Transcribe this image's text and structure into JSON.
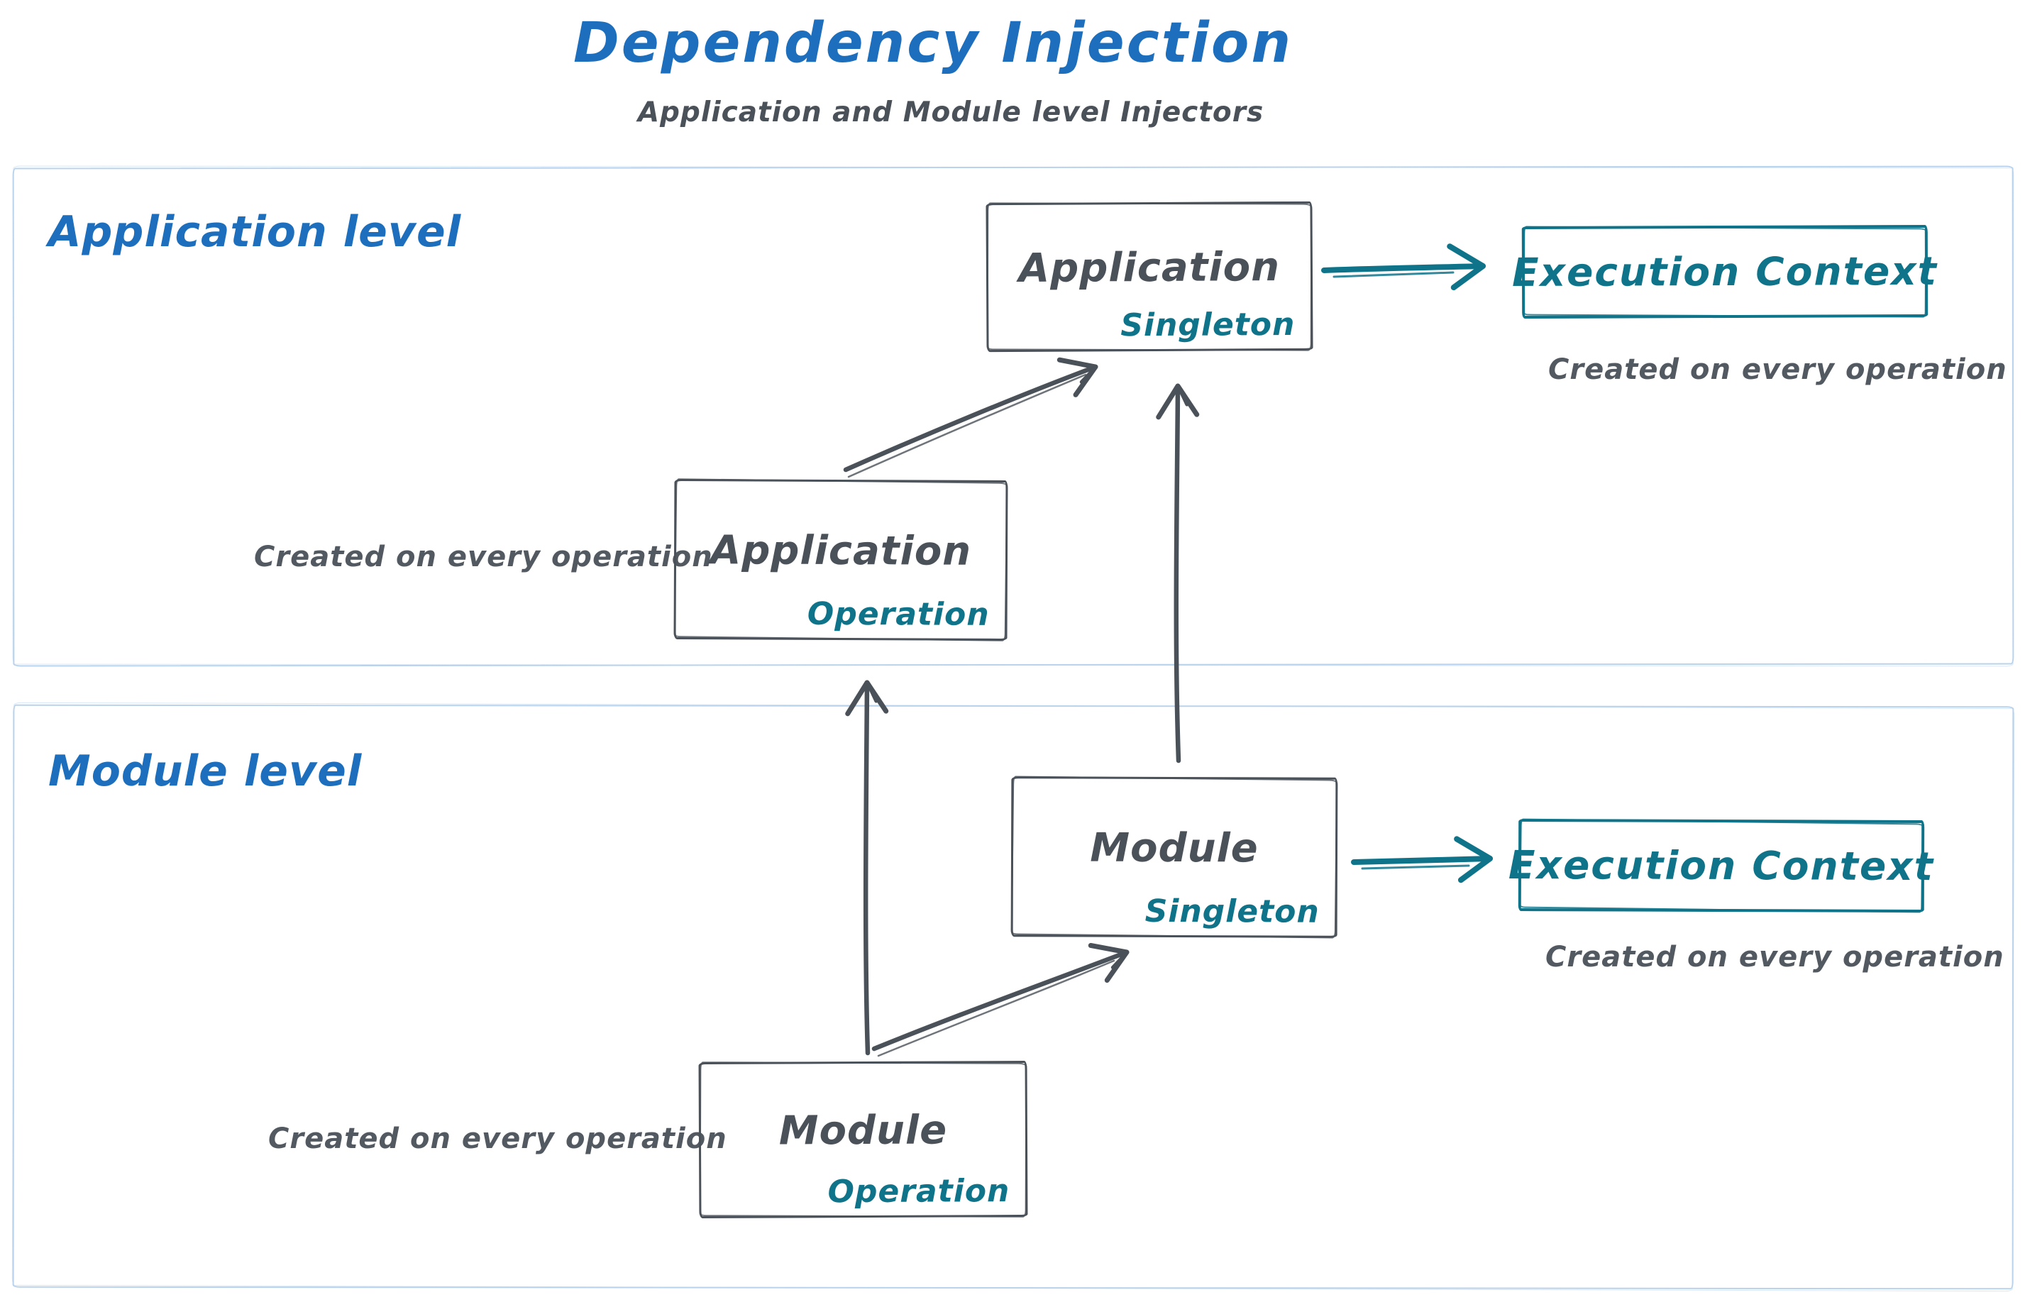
{
  "colors": {
    "blue": "#1d6fbd",
    "teal": "#0f7489",
    "gray": "#4a5159",
    "frame": "#b9d3ec"
  },
  "header": {
    "title": "Dependency Injection",
    "subtitle": "Application and Module level Injectors"
  },
  "application_level": {
    "label": "Application level",
    "singleton_box": {
      "name": "Application",
      "scope": "Singleton"
    },
    "operation_box": {
      "name": "Application",
      "scope": "Operation"
    },
    "operation_caption": "Created on every operation",
    "execution_context": {
      "label": "Execution Context",
      "caption": "Created on every operation"
    }
  },
  "module_level": {
    "label": "Module level",
    "singleton_box": {
      "name": "Module",
      "scope": "Singleton"
    },
    "operation_box": {
      "name": "Module",
      "scope": "Operation"
    },
    "operation_caption": "Created on every operation",
    "execution_context": {
      "label": "Execution Context",
      "caption": "Created on every operation"
    }
  }
}
